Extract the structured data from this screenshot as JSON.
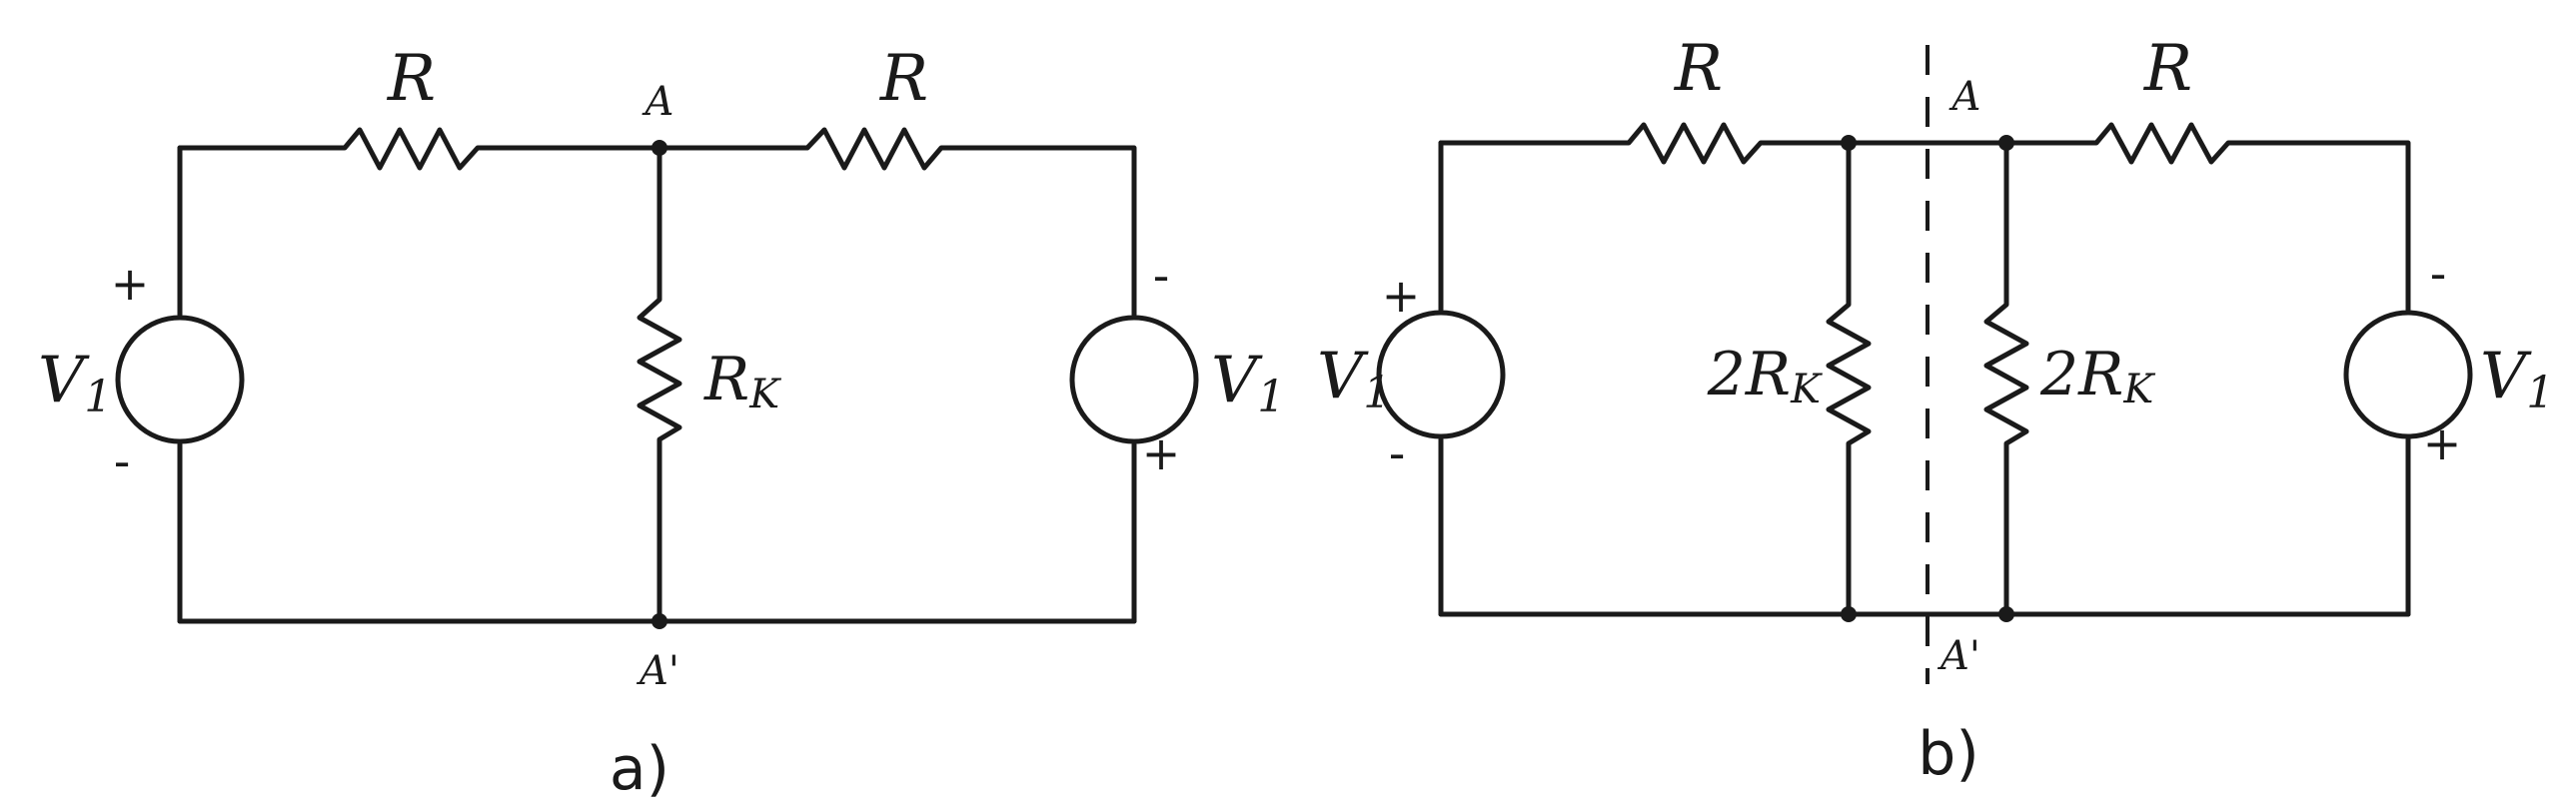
{
  "figure_a": {
    "caption": "a)",
    "resistor_left_label": "R",
    "resistor_right_label": "R",
    "resistor_shunt_label": "R",
    "resistor_shunt_sub": "K",
    "node_top": "A",
    "node_bottom": "A'",
    "source_left_label": "V",
    "source_left_sub": "1",
    "source_right_label": "V",
    "source_right_sub": "1",
    "source_left_plus": "+",
    "source_left_minus": "-",
    "source_right_plus": "+",
    "source_right_minus": "-"
  },
  "figure_b": {
    "caption": "b)",
    "resistor_left_label": "R",
    "resistor_right_label": "R",
    "resistor_shunt_left_label": "2R",
    "resistor_shunt_left_sub": "K",
    "resistor_shunt_right_label": "2R",
    "resistor_shunt_right_sub": "K",
    "node_top": "A",
    "node_bottom": "A'",
    "source_left_label": "V",
    "source_left_sub": "1",
    "source_right_label": "V",
    "source_right_sub": "1",
    "source_left_plus": "+",
    "source_left_minus": "-",
    "source_right_plus": "+",
    "source_right_minus": "-"
  }
}
